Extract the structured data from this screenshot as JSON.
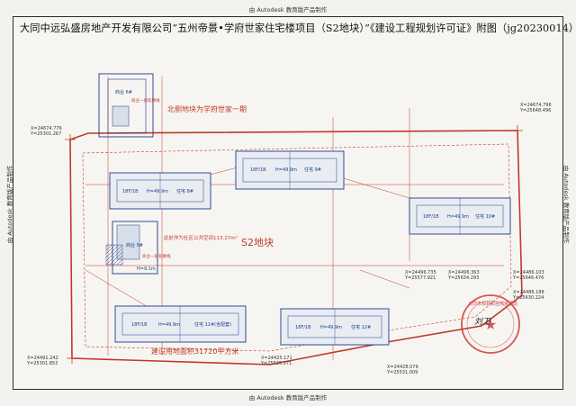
{
  "header": {
    "title": "大同中远弘盛房地产开发有限公司“五州帝景•学府世家住宅楼项目（S2地块）”《建设工程规划许可证》附图（jg20230014）"
  },
  "watermarks": {
    "top": "由 Autodesk 教育版产品制作",
    "bottom": "由 Autodesk 教育版产品制作",
    "left": "由 Autodesk 教育版产品制作",
    "right": "由 Autodesk 教育版产品制作"
  },
  "site": {
    "parcel_label": "S2地块",
    "north_note": "北侧地块为学府世家一期",
    "area_note": "建设用地面积31720平方米",
    "public_space_note": "此处作为社区公共空间113.27m²"
  },
  "buildings": [
    {
      "name": "住宅 8#",
      "floors": "18F/1B",
      "height": "H=49.9m"
    },
    {
      "name": "住宅 9#",
      "floors": "18F/1B",
      "height": "H=49.9m"
    },
    {
      "name": "住宅 10#",
      "floors": "18F/1B",
      "height": "H=49.9m"
    },
    {
      "name": "住宅 11#(含配套)",
      "floors": "18F/1B",
      "height": "H=49.9m"
    },
    {
      "name": "住宅 12#",
      "floors": "18F/1B",
      "height": "H=49.9m"
    },
    {
      "name": "商业 5#",
      "floors": "",
      "height": "H=9.1m"
    }
  ],
  "commercial": [
    {
      "name": "商业 6#",
      "note": "商业一层轮廓线"
    },
    {
      "name": "商业 5#",
      "note": "商业一层轮廓线"
    }
  ],
  "coordinates": [
    {
      "x": "X=24674.776",
      "y": "Y=25301.267"
    },
    {
      "x": "X=24674.796",
      "y": "Y=25648.496"
    },
    {
      "x": "X=24496.735",
      "y": "Y=25577.921"
    },
    {
      "x": "X=24496.363",
      "y": "Y=25634.293"
    },
    {
      "x": "X=24486.103",
      "y": "Y=25646.476"
    },
    {
      "x": "X=24486.188",
      "y": "Y=25630.224"
    },
    {
      "x": "X=24491.242",
      "y": "Y=25301.853"
    },
    {
      "x": "X=24425.171",
      "y": "Y=25535.271"
    },
    {
      "x": "X=24428.079",
      "y": "Y=25531.009"
    }
  ],
  "stamp": {
    "text": "大同市规划和自然资源局",
    "signature": "刘卫"
  },
  "colors": {
    "boundary": "#c0392b",
    "building": "#1a3a8f",
    "stamp": "#d23a3a"
  }
}
